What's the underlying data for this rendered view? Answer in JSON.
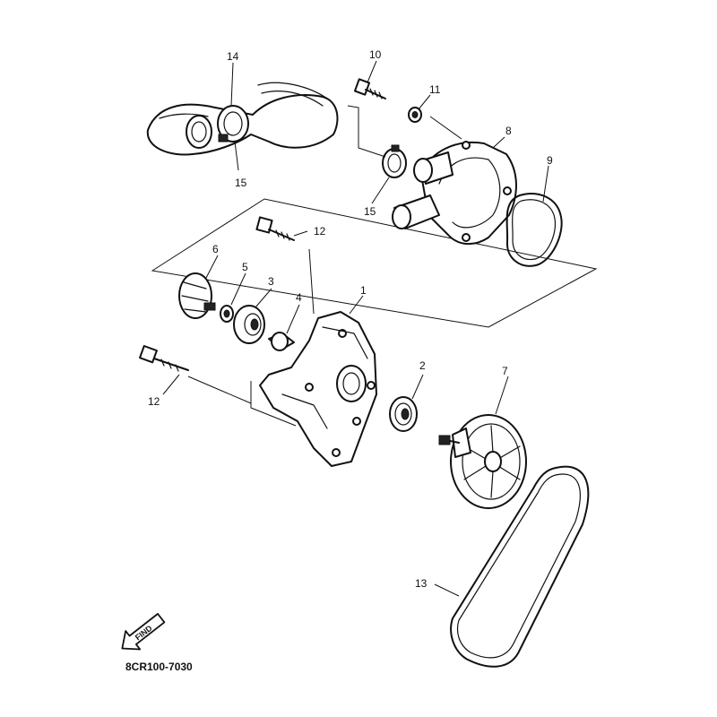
{
  "callouts": {
    "c1": "1",
    "c2": "2",
    "c3": "3",
    "c4": "4",
    "c5": "5",
    "c6": "6",
    "c7": "7",
    "c8": "8",
    "c9": "9",
    "c10": "10",
    "c11": "11",
    "c12a": "12",
    "c12b": "12",
    "c13": "13",
    "c14": "14",
    "c15a": "15",
    "c15b": "15"
  },
  "find_label": "FIND",
  "diagram_code": "8CR100-7030"
}
